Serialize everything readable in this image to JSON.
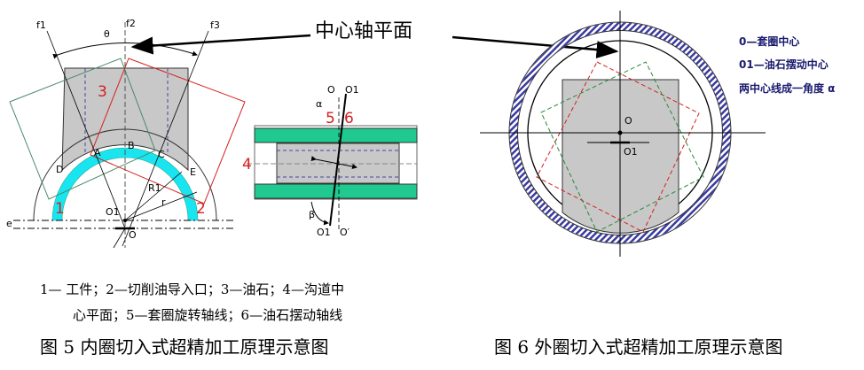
{
  "callout": "中心轴平面",
  "fig5": {
    "labels": {
      "f1": "f1",
      "f2": "f2",
      "f3": "f3",
      "theta": "θ",
      "A": "A",
      "B": "B",
      "C": "C",
      "D": "D",
      "E": "E",
      "R1": "R1",
      "r": "r",
      "O1": "O1",
      "O": "O",
      "e": "e",
      "n1": "1",
      "n2": "2",
      "n3": "3",
      "n4": "4",
      "n5": "5",
      "n6": "6",
      "alpha": "α",
      "beta": "β",
      "O_top": "O",
      "O1_top": "O1",
      "O1_bot": "O1",
      "O_prime": "O′"
    },
    "note_line1": "1— 工件；2—切削油导入口；3—油石；4—沟道中",
    "note_line2": "心平面；5—套圈旋转轴线；6—油石摆动轴线",
    "caption": "图 5  内圈切入式超精加工原理示意图"
  },
  "fig6": {
    "labels": {
      "O": "O",
      "O1": "O1"
    },
    "legend": [
      "0—套圈中心",
      "01—油石摆动中心",
      "两中心线成一角度 α"
    ],
    "caption": "图 6  外圈切入式超精加工原理示意图"
  },
  "colors": {
    "cyan": "#19e5f0",
    "green": "#1fc98f",
    "stone": "#c8c8c8",
    "red": "#d42020",
    "navy": "#1a1a6e",
    "hatch": "#3a3aa0"
  }
}
